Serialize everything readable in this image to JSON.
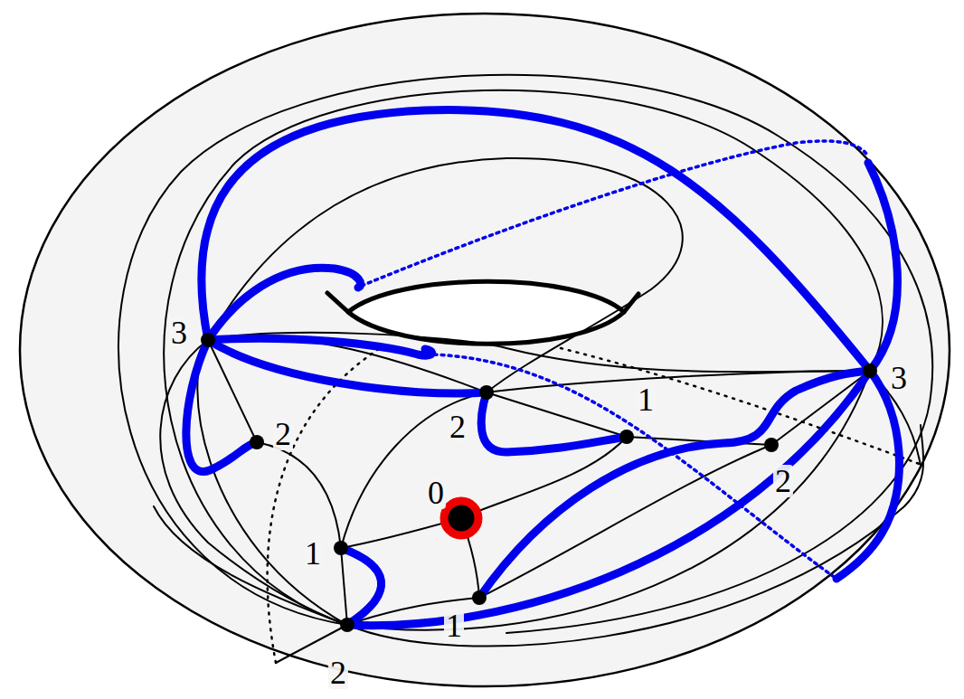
{
  "diagram": {
    "labels": [
      "3",
      "3",
      "1",
      "2",
      "2",
      "2",
      "0",
      "1",
      "1",
      "2"
    ]
  }
}
